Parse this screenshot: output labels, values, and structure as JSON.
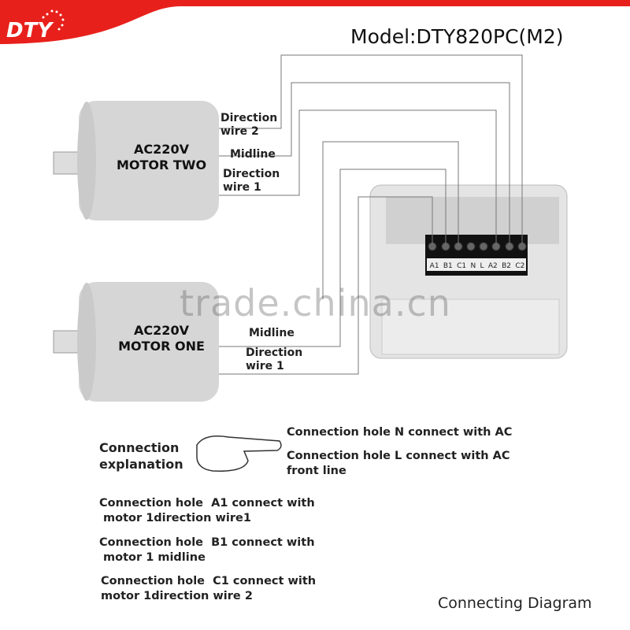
{
  "logo": {
    "text": "DTY",
    "brand_color": "#e8201b"
  },
  "model": "Model:DTY820PC(M2)",
  "motor_two": {
    "title": "AC220V",
    "name": "MOTOR TWO",
    "wires": [
      "Direction wire 2",
      "Midline",
      "Direction wire 1"
    ]
  },
  "motor_one": {
    "title": "AC220V",
    "name": "MOTOR ONE",
    "wires": [
      "Midline",
      "Direction wire 1"
    ]
  },
  "terminals": [
    "A1",
    "B1",
    "C1",
    "N",
    "L",
    "A2",
    "B2",
    "C2"
  ],
  "watermark": "trade.china.cn",
  "explanation": {
    "title_line1": "Connection",
    "title_line2": "explanation",
    "icon": "pointing-hand-icon",
    "right_lines": [
      "Connection hole N connect with AC",
      "Connection hole L connect with AC",
      "front line"
    ],
    "items": [
      [
        "Connection hole  A1 connect with",
        " motor 1direction wire1"
      ],
      [
        "Connection hole  B1 connect with",
        " motor 1 midline"
      ],
      [
        "Connection hole  C1 connect with",
        "motor 1direction wire 2"
      ]
    ]
  },
  "caption": "Connecting Diagram"
}
